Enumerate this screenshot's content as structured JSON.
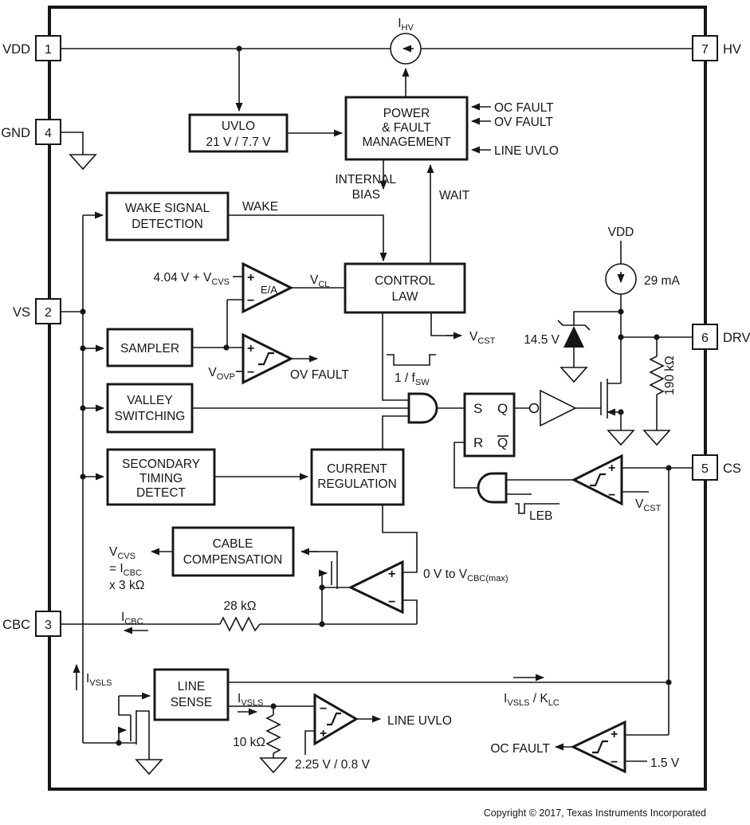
{
  "diagram": {
    "pins": {
      "vdd": {
        "num": "1",
        "name": "VDD"
      },
      "gnd": {
        "num": "4",
        "name": "GND"
      },
      "vs": {
        "num": "2",
        "name": "VS"
      },
      "cbc": {
        "num": "3",
        "name": "CBC"
      },
      "hv": {
        "num": "7",
        "name": "HV"
      },
      "drv": {
        "num": "6",
        "name": "DRV"
      },
      "cs": {
        "num": "5",
        "name": "CS"
      }
    },
    "blocks": {
      "uvlo": {
        "l1": "UVLO",
        "l2": "21 V / 7.7 V"
      },
      "pfm": {
        "l1": "POWER",
        "l2": "& FAULT",
        "l3": "MANAGEMENT"
      },
      "wake": {
        "l1": "WAKE SIGNAL",
        "l2": "DETECTION"
      },
      "control": {
        "l1": "CONTROL",
        "l2": "LAW"
      },
      "sampler": {
        "l1": "SAMPLER"
      },
      "valley": {
        "l1": "VALLEY",
        "l2": "SWITCHING"
      },
      "sectiming": {
        "l1": "SECONDARY",
        "l2": "TIMING",
        "l3": "DETECT"
      },
      "curreg": {
        "l1": "CURRENT",
        "l2": "REGULATION"
      },
      "cablecomp": {
        "l1": "CABLE",
        "l2": "COMPENSATION"
      },
      "linesense": {
        "l1": "LINE",
        "l2": "SENSE"
      }
    },
    "latch": {
      "s": "S",
      "q": "Q",
      "r": "R",
      "qn": "Q"
    },
    "signs": {
      "plus": "+",
      "minus": "−"
    },
    "labels": {
      "ihv": "I~HV~",
      "oc_fault_in": "OC FAULT",
      "ov_fault_in": "OV FAULT",
      "line_uvlo_in": "LINE UVLO",
      "internal": "INTERNAL",
      "bias": "BIAS",
      "wait": "WAIT",
      "wake_sig": "WAKE",
      "ea_ref": "4.04 V + V~CVS~",
      "ea": "E/A",
      "vcl": "V~CL~",
      "vovp": "V~OVP~",
      "ov_fault_out": "OV FAULT",
      "vcst_out": "V~CST~",
      "fsw": "1 / f~SW~",
      "vdd_rail": "VDD",
      "i29": "29 mA",
      "zener": "14.5 V",
      "r190": "190 kΩ",
      "vcst_cmp": "V~CST~",
      "leb": "LEB",
      "vcvs1": "V~CVS~",
      "vcvs2": "= I~CBC~",
      "vcvs3": "x 3 kΩ",
      "icbc": "I~CBC~",
      "r28": "28 kΩ",
      "vcbc": "0 V to V~CBC(max)~",
      "ivsls_left": "I~VSLS~",
      "ivsls_out": "I~VSLS~",
      "r10": "10 kΩ",
      "vref_uvlo": "2.25 V / 0.8 V",
      "line_uvlo_out": "LINE UVLO",
      "ivsls_klc": "I~VSLS~ / K~LC~",
      "oc_fault_out": "OC FAULT",
      "v15": "1.5 V"
    },
    "footer": "Copyright © 2017, Texas Instruments Incorporated"
  }
}
